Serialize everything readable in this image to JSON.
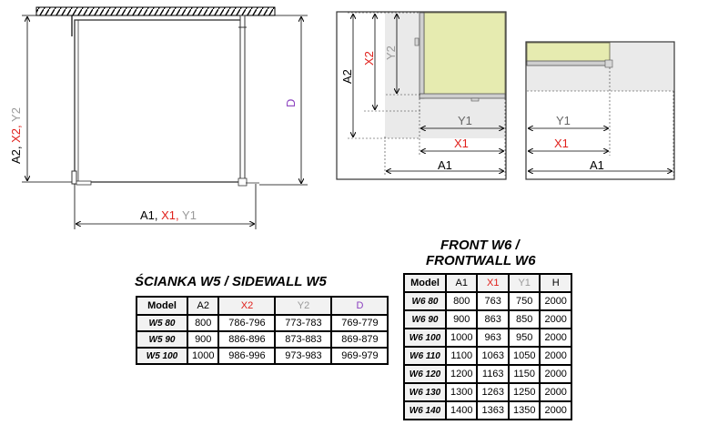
{
  "colors": {
    "red": "#e0201b",
    "grey_label": "#9a9a9a",
    "purple": "#8a3fbf",
    "panel_fill": "#e6ebb0",
    "panel_stroke": "#7a7a60",
    "area_fill": "#eaeaea",
    "frame": "#333333"
  },
  "diagram_left": {
    "vertical_label": {
      "a2": "A2,",
      "x2": "X2,",
      "y2": "Y2"
    },
    "d_label": "D",
    "bottom_label": {
      "a1": "A1,",
      "x1": "X1,",
      "y1": "Y1"
    }
  },
  "diagram_mid": {
    "a2": "A2",
    "x2": "X2",
    "y2": "Y2",
    "y1": "Y1",
    "x1": "X1",
    "a1": "A1"
  },
  "diagram_right": {
    "y1": "Y1",
    "x1": "X1",
    "a1": "A1"
  },
  "sidewall": {
    "title": "ŚCIANKA W5 / SIDEWALL W5",
    "headers": [
      "Model",
      "A2",
      "X2",
      "Y2",
      "D"
    ],
    "rows": [
      [
        "W5 80",
        "800",
        "786-796",
        "773-783",
        "769-779"
      ],
      [
        "W5 90",
        "900",
        "886-896",
        "873-883",
        "869-879"
      ],
      [
        "W5 100",
        "1000",
        "986-996",
        "973-983",
        "969-979"
      ]
    ]
  },
  "frontwall": {
    "title_line1": "FRONT W6 /",
    "title_line2": "FRONTWALL W6",
    "headers": [
      "Model",
      "A1",
      "X1",
      "Y1",
      "H"
    ],
    "rows": [
      [
        "W6 80",
        "800",
        "763",
        "750",
        "2000"
      ],
      [
        "W6 90",
        "900",
        "863",
        "850",
        "2000"
      ],
      [
        "W6 100",
        "1000",
        "963",
        "950",
        "2000"
      ],
      [
        "W6 110",
        "1100",
        "1063",
        "1050",
        "2000"
      ],
      [
        "W6 120",
        "1200",
        "1163",
        "1150",
        "2000"
      ],
      [
        "W6 130",
        "1300",
        "1263",
        "1250",
        "2000"
      ],
      [
        "W6 140",
        "1400",
        "1363",
        "1350",
        "2000"
      ]
    ]
  }
}
